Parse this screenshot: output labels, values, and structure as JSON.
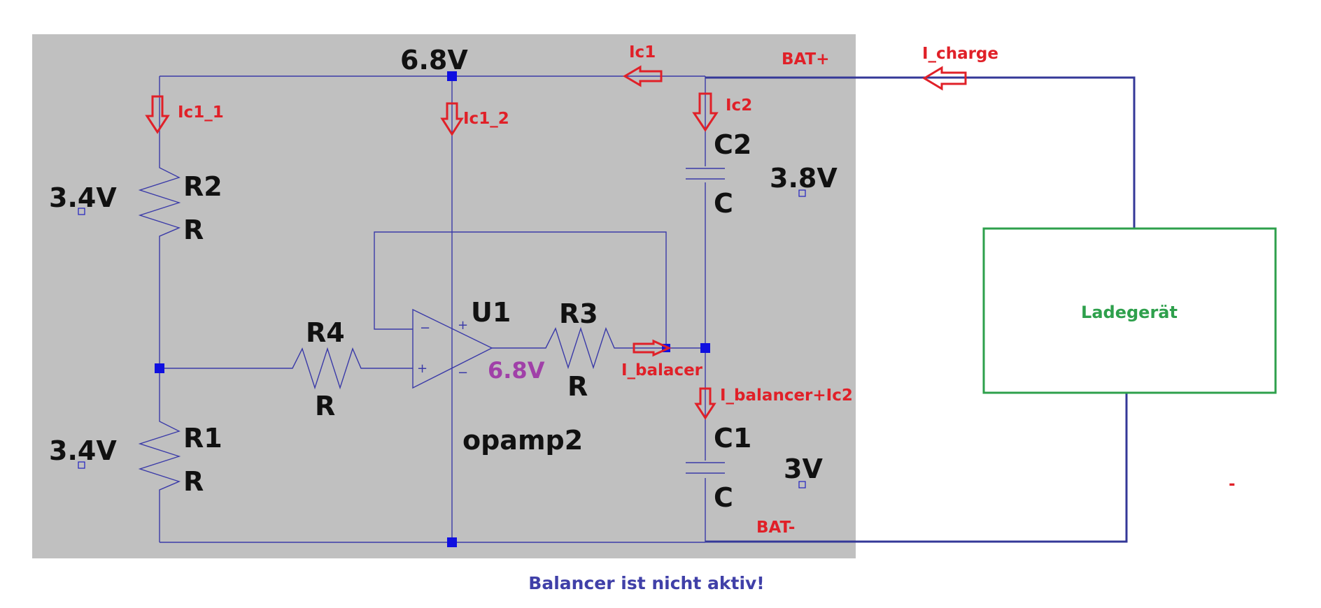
{
  "labels": {
    "v_top": "6.8V",
    "v_r2": "3.4V",
    "v_r1": "3.4V",
    "v_c2": "3.8V",
    "v_c1": "3V",
    "v_opamp_out": "6.8V",
    "r2_name": "R2",
    "r2_val": "R",
    "r1_name": "R1",
    "r1_val": "R",
    "r4_name": "R4",
    "r4_val": "R",
    "r3_name": "R3",
    "r3_val": "R",
    "c2_name": "C2",
    "c2_val": "C",
    "c1_name": "C1",
    "c1_val": "C",
    "u1_name": "U1",
    "u1_model": "opamp2",
    "bat_plus": "BAT+",
    "bat_minus": "BAT-",
    "charger": "Ladegerät",
    "caption": "Balancer ist nicht aktiv!",
    "dash": "-"
  },
  "currents": {
    "ic1": "Ic1",
    "ic1_1": "Ic1_1",
    "ic1_2": "Ic1_2",
    "ic2": "Ic2",
    "i_charge": "I_charge",
    "i_balancer": "I_balacer",
    "i_balancer_ic2": "I_balancer+Ic2"
  },
  "colors": {
    "panel": "#c0c0c0",
    "wire": "#3a3aa8",
    "current": "#e02028",
    "charger": "#2ea04c",
    "opamp_out_voltage": "#a040a8",
    "caption": "#4040a8"
  }
}
